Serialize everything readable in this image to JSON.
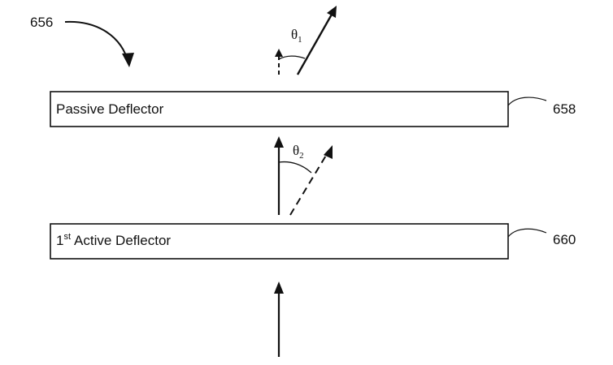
{
  "reference_numerals": {
    "assembly": "656",
    "passive_deflector": "658",
    "first_active_deflector": "660"
  },
  "boxes": {
    "passive_deflector_label": "Passive Deflector",
    "active_deflector_number": "1",
    "active_deflector_superscript": "st",
    "active_deflector_text": "Active Deflector"
  },
  "angles": {
    "theta1_symbol": "θ",
    "theta1_subscript": "1",
    "theta2_symbol": "θ",
    "theta2_subscript": "2"
  }
}
